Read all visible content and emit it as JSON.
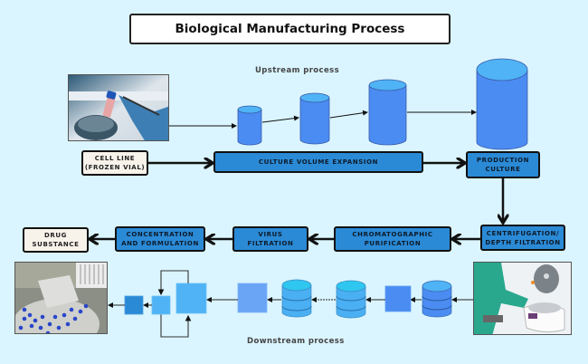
{
  "title": "Biological Manufacturing Process",
  "sections": {
    "upstream_label": "Upstream process",
    "downstream_label": "Downstream process"
  },
  "upstream_steps": {
    "cell_line": "CELL LINE\n(FROZEN VIAL)",
    "culture_volume_expansion": "CULTURE VOLUME EXPANSION",
    "production_culture": "PRODUCTION\nCULTURE"
  },
  "downstream_steps": {
    "centrifugation": "CENTRIFUGATION/\nDEPTH FILTRATION",
    "chromatographic_purification": "CHROMATOGRAPHIC\nPURIFICATION",
    "virus_filtration": "VIRUS\nFILTRATION",
    "concentration_formulation": "CONCENTRATION\nAND FORMULATION",
    "drug_substance": "DRUG\nSUBSTANCE"
  },
  "images": {
    "frozen_vial_photo": "frozen-vial-photo",
    "centrifuge_photo": "centrifuge-photo",
    "filling_machine_photo": "vial-filling-machine-photo"
  },
  "colors": {
    "background": "#daf5ff",
    "process_box": "#2b8ad6",
    "terminal_box": "#f7f2ea",
    "vessel_body": "#4b8cf2",
    "vessel_top": "#4fb3f5",
    "column_top": "#2fc6ef",
    "column_body": "#4aaff3"
  }
}
